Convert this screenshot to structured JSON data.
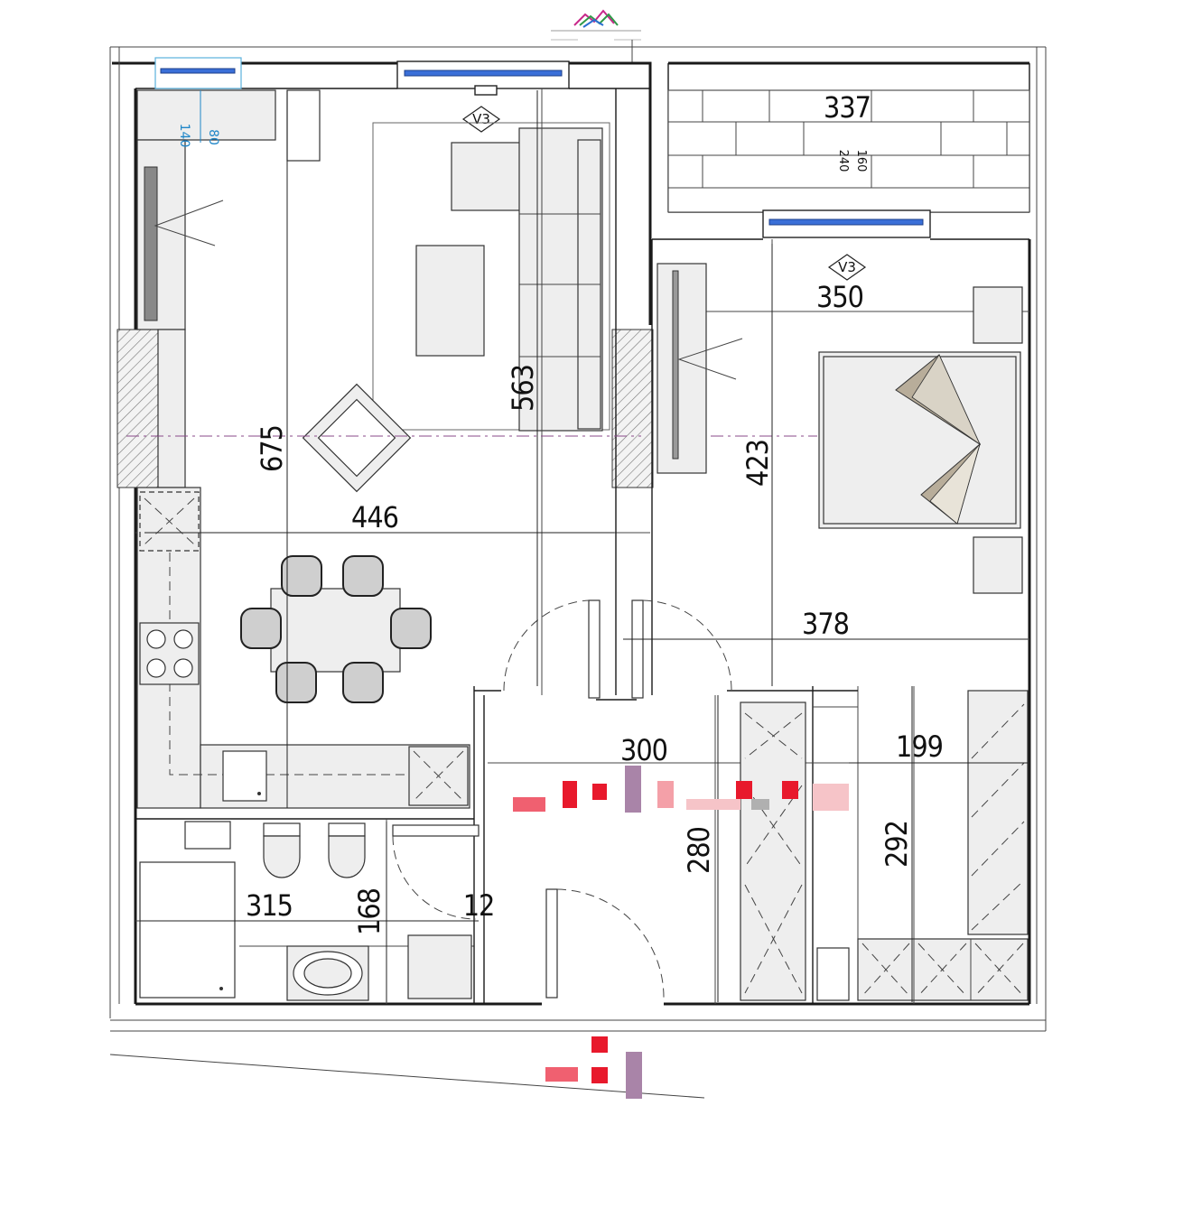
{
  "dimensions": {
    "d337": "337",
    "d240": "240",
    "d160": "160",
    "d350": "350",
    "d563": "563",
    "d675": "675",
    "d446": "446",
    "d423": "423",
    "d378": "378",
    "d300": "300",
    "d199": "199",
    "d280": "280",
    "d292": "292",
    "d315": "315",
    "d168": "168",
    "d12": "12",
    "d140": "140",
    "d80": "80"
  },
  "window_tags": {
    "living_window": "V3",
    "bedroom_window": "V3"
  },
  "colors": {
    "wall": "#1a1a1a",
    "furniture": "#eeeeee",
    "glass": "#3a6fd8",
    "axis": "#8a4a8a",
    "bed_cover": "#b8ad9a",
    "redaction_red": "#e8192c",
    "redaction_purple": "#a984a8",
    "logo_green": "#2e9a48",
    "logo_magenta": "#c8288a"
  }
}
